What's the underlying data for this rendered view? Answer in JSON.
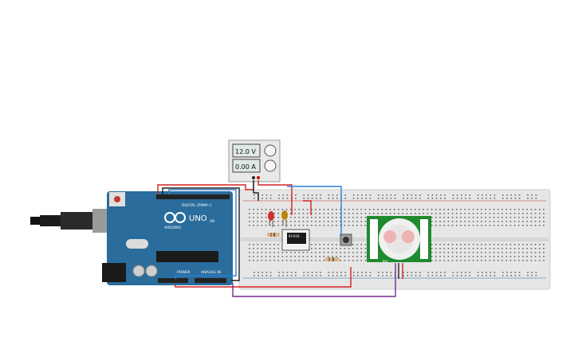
{
  "power_supply": {
    "voltage": "12.0 V",
    "current": "0.00 A"
  },
  "arduino": {
    "logo_text": "UNO",
    "brand_text": "ARDUINO",
    "digital_label": "DIGITAL (PWM~)",
    "power_label": "POWER",
    "analog_label": "ANALOG IN",
    "on_label": "ON"
  },
  "relay": {
    "label": "KY-019"
  },
  "pir": {
    "label": "PIR"
  },
  "colors": {
    "arduino_blue": "#2a6c9c",
    "breadboard": "#e8e8e8",
    "wire_red": "#d32020",
    "wire_blue": "#2a7fd1",
    "wire_purple": "#7a2a8c",
    "wire_black": "#222222",
    "pcb_green": "#1f8a2e"
  }
}
